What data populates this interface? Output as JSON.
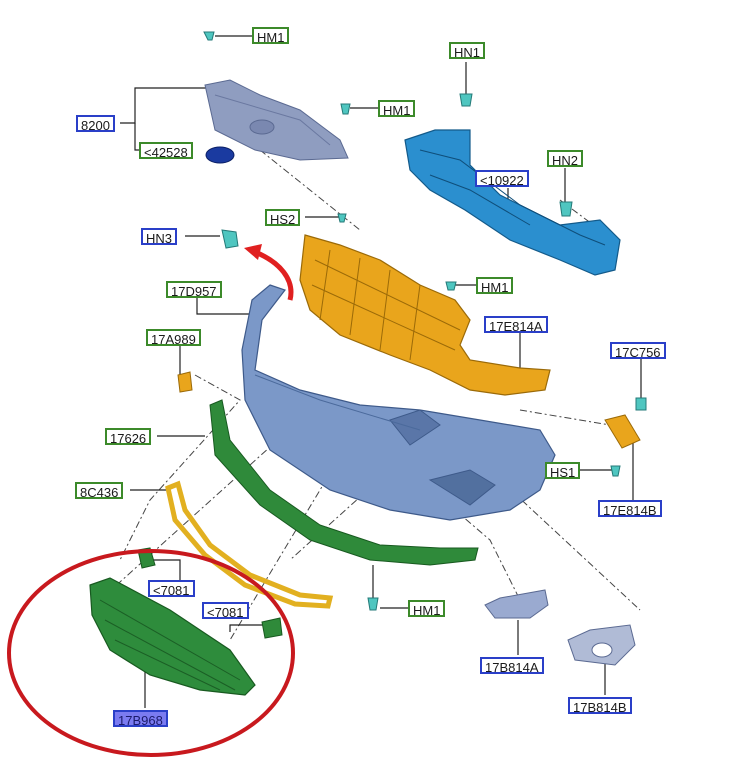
{
  "labels": {
    "hm1_top": "HM1",
    "hn1": "HN1",
    "l8200": "8200",
    "hm1_mid": "HM1",
    "l42528": "<42528",
    "hn2": "HN2",
    "l10922": "<10922",
    "hs2": "HS2",
    "hn3": "HN3",
    "l17d957": "17D957",
    "hm1_right": "HM1",
    "l17e814a": "17E814A",
    "l17a989": "17A989",
    "l17c756": "17C756",
    "l17626": "17626",
    "hs1": "HS1",
    "l17e814b": "17E814B",
    "l8c436": "8C436",
    "l7081_a": "<7081",
    "l7081_b": "<7081",
    "hm1_bottom": "HM1",
    "l17b814a": "17B814A",
    "l17b814b": "17B814B",
    "l17b968": "17B968"
  },
  "colors": {
    "label_border_green": "#3c8a2a",
    "label_border_blue": "#2a3fc8",
    "highlight_fill": "#7b7bf0",
    "bumper_blue": "#6f8fc4",
    "reinforcement_cyan": "#1f7fc0",
    "absorber_orange": "#e6a21a",
    "grille_green": "#2f8a3a",
    "highlight_circle_red": "#c8191e",
    "arrow_red": "#e02020"
  }
}
